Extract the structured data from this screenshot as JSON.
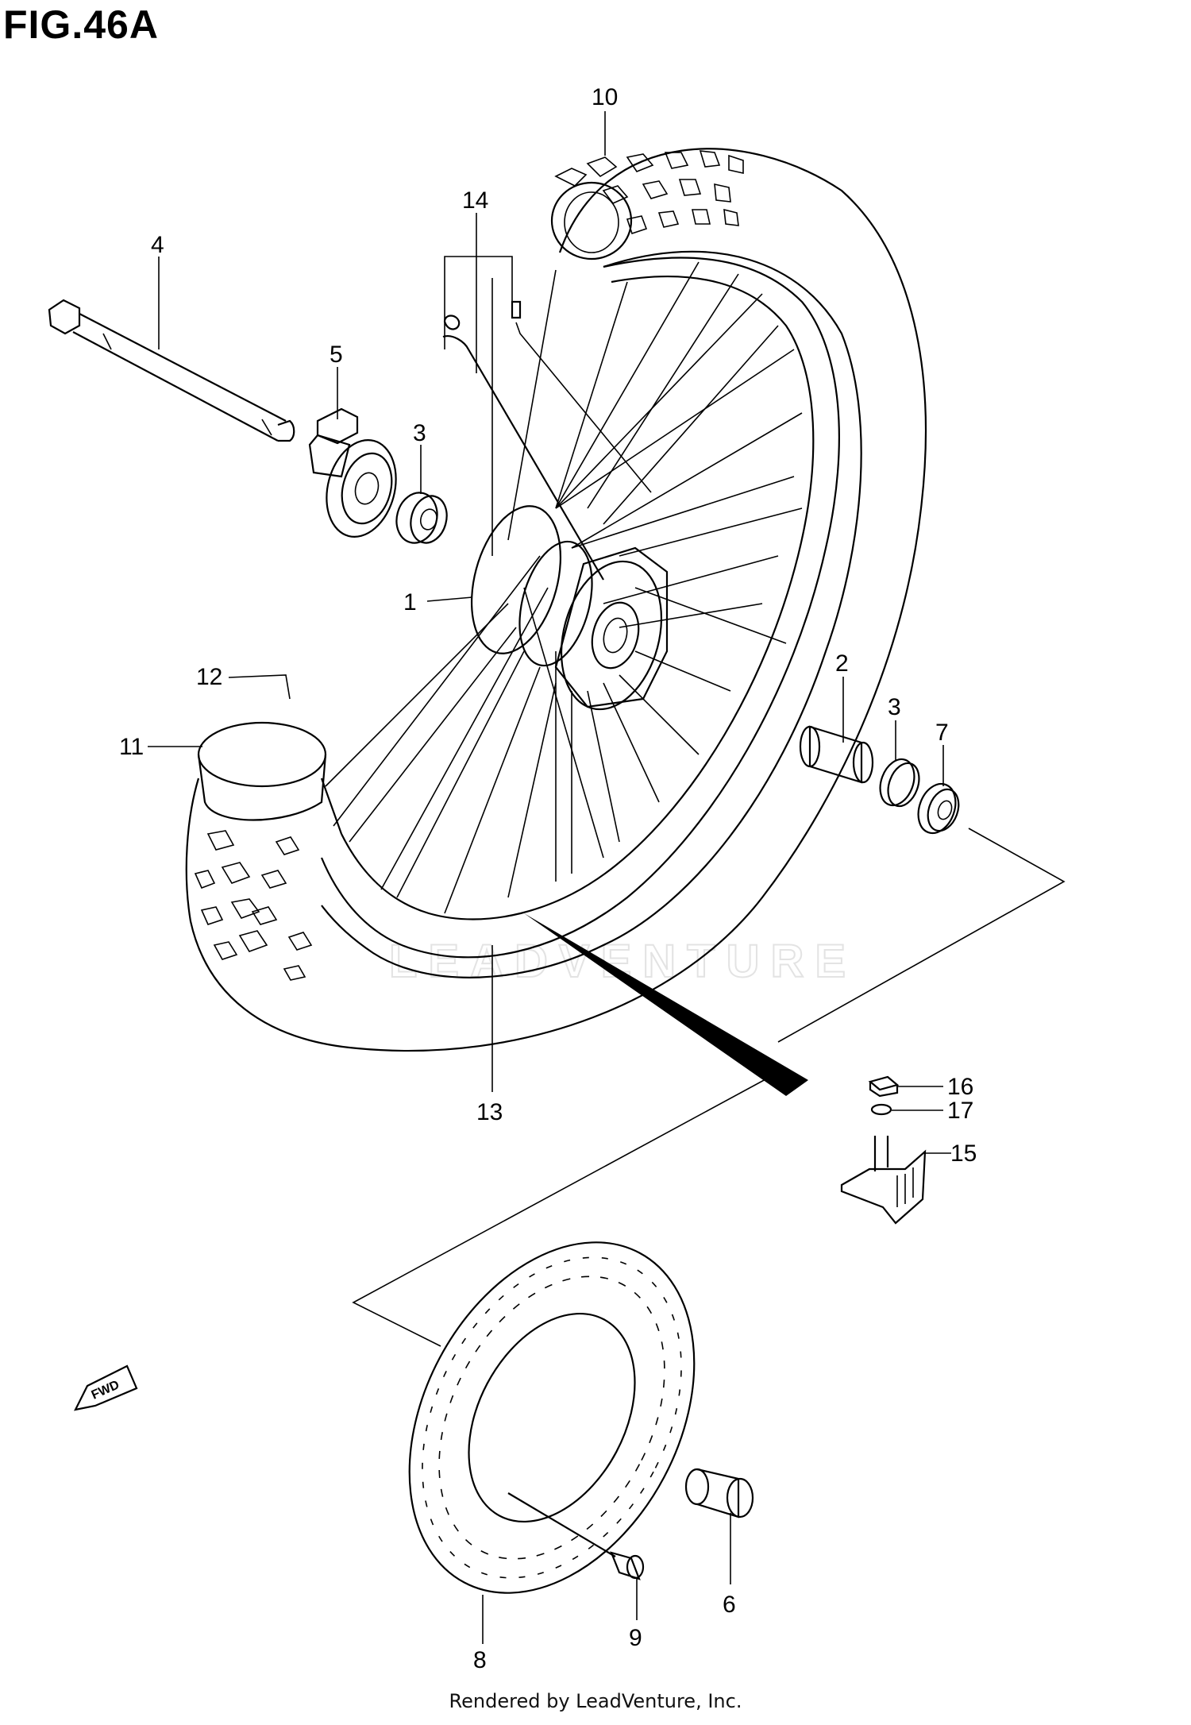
{
  "title": "FIG.46A",
  "watermark": "LEADVENTURE",
  "footer": "Rendered by LeadVenture, Inc.",
  "fwd_label": "FWD",
  "callouts": [
    {
      "id": "c1",
      "label": "1"
    },
    {
      "id": "c2",
      "label": "2"
    },
    {
      "id": "c3a",
      "label": "3"
    },
    {
      "id": "c3b",
      "label": "3"
    },
    {
      "id": "c4",
      "label": "4"
    },
    {
      "id": "c5",
      "label": "5"
    },
    {
      "id": "c6",
      "label": "6"
    },
    {
      "id": "c7",
      "label": "7"
    },
    {
      "id": "c8",
      "label": "8"
    },
    {
      "id": "c9",
      "label": "9"
    },
    {
      "id": "c10",
      "label": "10"
    },
    {
      "id": "c11",
      "label": "11"
    },
    {
      "id": "c12",
      "label": "12"
    },
    {
      "id": "c13",
      "label": "13"
    },
    {
      "id": "c14",
      "label": "14"
    },
    {
      "id": "c15",
      "label": "15"
    },
    {
      "id": "c16",
      "label": "16"
    },
    {
      "id": "c17",
      "label": "17"
    }
  ]
}
